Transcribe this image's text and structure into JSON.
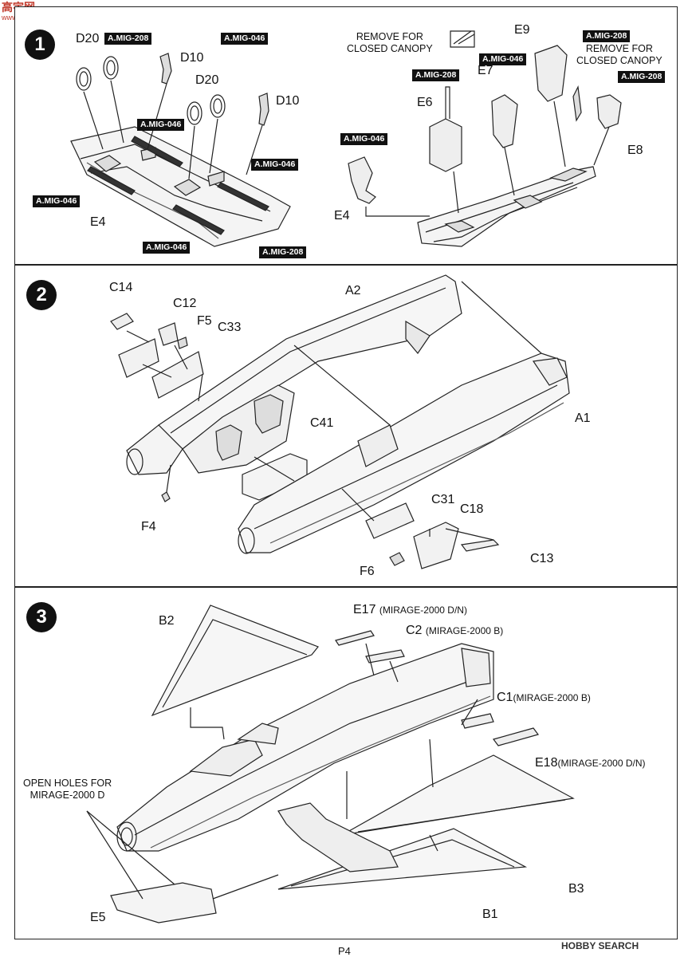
{
  "watermark_top": "高宇网",
  "watermark_top_url": "www.gaoshou.com",
  "watermark_bottom": "HOBBY SEARCH",
  "page_number": "P4",
  "panel1": {
    "step": "1",
    "labels": {
      "d20_a": "D20",
      "d10_a": "D10",
      "d20_b": "D20",
      "d10_b": "D10",
      "e4_left": "E4",
      "e6": "E6",
      "e7": "E7",
      "e8": "E8",
      "e9": "E9",
      "e4_right": "E4"
    },
    "notes": {
      "canopy_a": "REMOVE FOR\nCLOSED CANOPY",
      "canopy_b": "REMOVE FOR\nCLOSED CANOPY"
    },
    "tags": {
      "t1": "A.MIG-208",
      "t2": "A.MIG-046",
      "t3": "A.MIG-046",
      "t4": "A.MIG-046",
      "t5": "A.MIG-046",
      "t6": "A.MIG-046",
      "t7": "A.MIG-208",
      "t8": "A.MIG-208",
      "t9": "A.MIG-046",
      "t10": "A.MIG-208",
      "t11": "A.MIG-208",
      "t12": "A.MIG-046"
    }
  },
  "panel2": {
    "step": "2",
    "labels": {
      "c14": "C14",
      "c12": "C12",
      "f5": "F5",
      "c33": "C33",
      "a2": "A2",
      "a1": "A1",
      "c41": "C41",
      "f4": "F4",
      "c31": "C31",
      "c18": "C18",
      "c13": "C13",
      "f6": "F6"
    }
  },
  "panel3": {
    "step": "3",
    "labels": {
      "b2": "B2",
      "e17": "E17",
      "e17_note": "(MIRAGE-2000 D/N)",
      "c2": "C2",
      "c2_note": "(MIRAGE-2000 B)",
      "c1": "C1",
      "c1_note": "(MIRAGE-2000 B)",
      "e18": "E18",
      "e18_note": "(MIRAGE-2000 D/N)",
      "b3": "B3",
      "b1": "B1",
      "e5": "E5"
    },
    "notes": {
      "open_holes": "OPEN HOLES FOR\nMIRAGE-2000 D"
    }
  }
}
